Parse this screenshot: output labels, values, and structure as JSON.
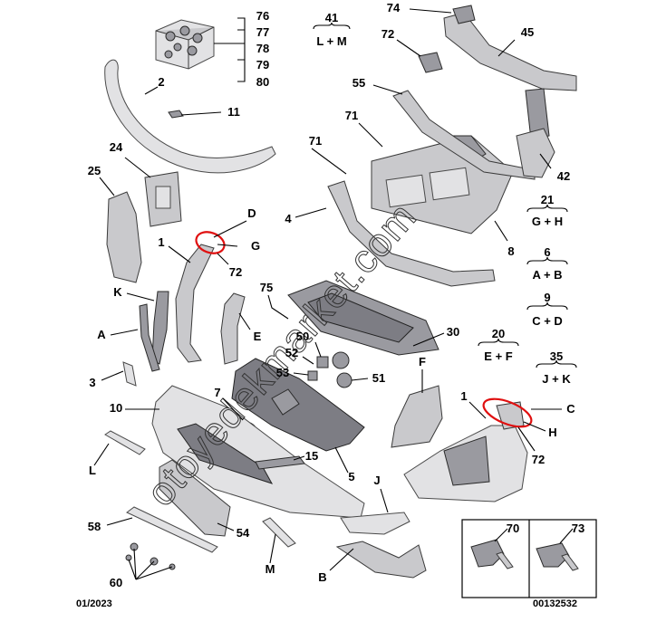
{
  "callouts": {
    "c76": "76",
    "c77": "77",
    "c78": "78",
    "c79": "79",
    "c80": "80",
    "c2": "2",
    "c11": "11",
    "c24": "24",
    "c25": "25",
    "cD": "D",
    "cG": "G",
    "c72a": "72",
    "c1a": "1",
    "cK": "K",
    "cA": "A",
    "c3": "3",
    "cE": "E",
    "c75": "75",
    "c71a": "71",
    "c71b": "71",
    "c4": "4",
    "c55": "55",
    "c72b": "72",
    "c74": "74",
    "c45": "45",
    "c42": "42",
    "c8": "8",
    "c30": "30",
    "c50": "50",
    "c52": "52",
    "c53": "53",
    "c51": "51",
    "c7": "7",
    "c10": "10",
    "cL": "L",
    "c15": "15",
    "c5": "5",
    "c58": "58",
    "c54": "54",
    "c60": "60",
    "cM": "M",
    "cJ": "J",
    "cB": "B",
    "cF": "F",
    "c1b": "1",
    "cC": "C",
    "cH": "H",
    "c72c": "72",
    "c70": "70",
    "c73": "73"
  },
  "kits": [
    {
      "number": "41",
      "letters": "L + M"
    },
    {
      "number": "21",
      "letters": "G + H"
    },
    {
      "number": "6",
      "letters": "A + B"
    },
    {
      "number": "9",
      "letters": "C + D"
    },
    {
      "number": "20",
      "letters": "E + F"
    },
    {
      "number": "35",
      "letters": "J + K"
    }
  ],
  "footer": {
    "date": "01/2023",
    "ref": "00132532"
  },
  "watermark": "otoyedekmarket.com",
  "colors": {
    "highlight": "#e01010",
    "part": "#c9c9cc",
    "line": "#000000"
  }
}
